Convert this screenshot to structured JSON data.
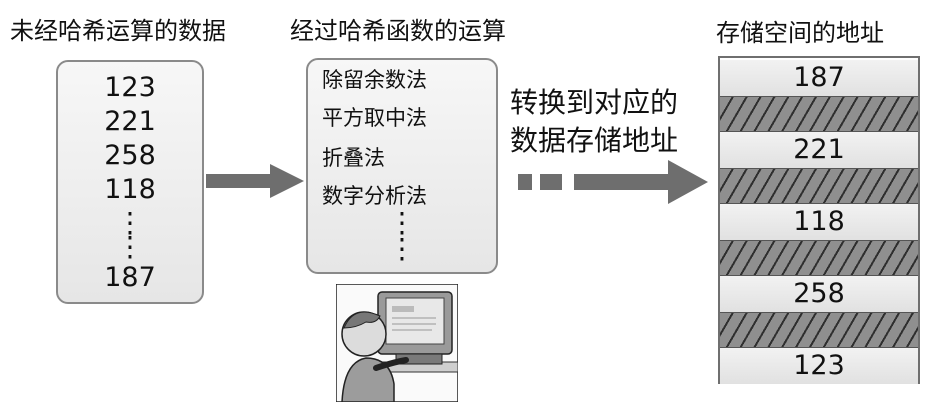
{
  "headings": {
    "input": "未经哈希运算的数据",
    "process": "经过哈希函数的运算",
    "storage": "存储空间的地址"
  },
  "input_values": [
    "123",
    "221",
    "258",
    "118",
    "187"
  ],
  "ellipsis": "⋮",
  "methods": [
    "除留余数法",
    "平方取中法",
    "折叠法",
    "数字分析法"
  ],
  "conversion_label": [
    "转换到对应的",
    "数据存储地址"
  ],
  "storage_slots": [
    "187",
    "221",
    "118",
    "258",
    "123"
  ],
  "illustration": "person-at-computer-icon",
  "colors": {
    "arrow": "#6e6e6e",
    "border": "#8a8a8a",
    "hatch": "#8f8f8f"
  }
}
